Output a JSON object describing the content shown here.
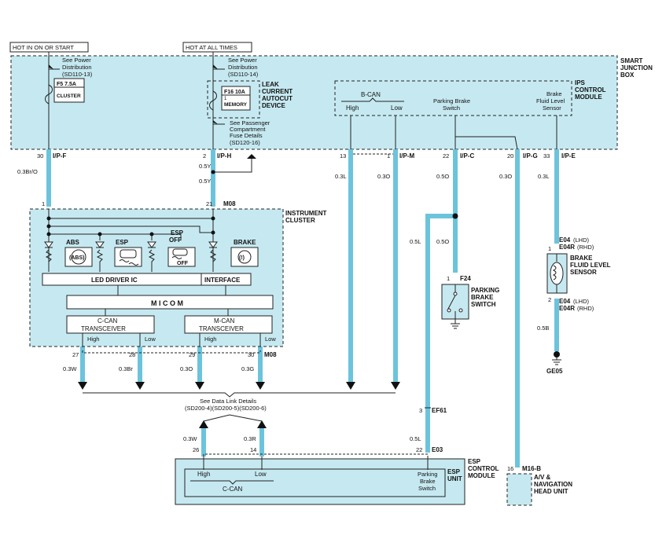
{
  "supply": {
    "hot_run": "HOT IN ON OR START",
    "hot_always": "HOT AT ALL TIMES"
  },
  "smart_junction_box": {
    "title_lines": [
      "SMART",
      "JUNCTION",
      "BOX"
    ],
    "power_ref_1": [
      "See Power",
      "Distribution",
      "(SD110-13)"
    ],
    "power_ref_2": [
      "See Power",
      "Distribution",
      "(SD110-14)"
    ],
    "fuse_1": {
      "name": "F5 7.5A",
      "label": "CLUSTER"
    },
    "fuse_2": {
      "name": "F16 10A",
      "index": "1",
      "label": "MEMORY"
    },
    "leak_lines": [
      "LEAK",
      "CURRENT",
      "AUTOCUT",
      "DEVICE"
    ],
    "passenger_ref": [
      "See Passenger",
      "Compartment",
      "Fuse Details",
      "(SD120-16)"
    ],
    "ips": {
      "title_lines": [
        "IPS",
        "CONTROL",
        "MODULE"
      ],
      "bcan": "B-CAN",
      "high": "High",
      "low": "Low",
      "parking_lines": [
        "Parking Brake",
        "Switch"
      ],
      "fluid_lines": [
        "Brake",
        "Fluid Level",
        "Sensor"
      ]
    },
    "pins": [
      {
        "pin": "30",
        "conn": "I/P-F"
      },
      {
        "pin": "2",
        "conn": "I/P-H"
      },
      {
        "pin": "13",
        "conn": ""
      },
      {
        "pin": "1",
        "conn": "I/P-M"
      },
      {
        "pin": "22",
        "conn": "I/P-C"
      },
      {
        "pin": "20",
        "conn": "I/P-G"
      },
      {
        "pin": "33",
        "conn": "I/P-E"
      }
    ]
  },
  "wires": {
    "w1": "0.3Br/O",
    "w2a": "0.5Y",
    "w2b": "0.5Y",
    "w3": "0.3L",
    "w4": "0.3O",
    "w5": "0.5O",
    "w5b": "0.5O",
    "w5c": "0.5L",
    "w6": "0.3O",
    "w7": "0.3L",
    "w8": "0.5B",
    "w9": "0.5L"
  },
  "cluster": {
    "title_lines": [
      "INSTRUMENT",
      "CLUSTER"
    ],
    "pin_1": "1",
    "pin_21": "21",
    "conn": "M08",
    "abs_label": "ABS",
    "abs_icon_text": "(ABS)",
    "esp_label": "ESP",
    "esp_off_lines": [
      "ESP",
      "OFF"
    ],
    "esp_off_icon_text": "OFF",
    "brake_label": "BRAKE",
    "brake_icon_text": "(!)",
    "led_driver": "LED DRIVER IC",
    "interface": "INTERFACE",
    "micom": "M I C O M",
    "ccan_lines": [
      "C-CAN",
      "TRANSCEIVER"
    ],
    "mcan_lines": [
      "M-CAN",
      "TRANSCEIVER"
    ],
    "bottom_pins": [
      {
        "pin": "27",
        "sig": "High",
        "wire": "0.3W"
      },
      {
        "pin": "28",
        "sig": "Low",
        "wire": "0.3Br"
      },
      {
        "pin": "29",
        "sig": "High",
        "wire": "0.3O"
      },
      {
        "pin": "30",
        "sig": "Low",
        "wire": "0.3G"
      }
    ],
    "bottom_conn": "M08"
  },
  "parking_brake_switch": {
    "pin": "1",
    "conn": "F24",
    "title_lines": [
      "PARKING",
      "BRAKE",
      "SWITCH"
    ]
  },
  "fluid_sensor": {
    "conn_top_lhd": "E04",
    "conn_top_lhd_suffix": "(LHD)",
    "conn_top_rhd": "E04R",
    "conn_top_rhd_suffix": "(RHD)",
    "pin_top": "1",
    "pin_bottom": "2",
    "title_lines": [
      "BRAKE",
      "FLUID LEVEL",
      "SENSOR"
    ],
    "ground": "GE05"
  },
  "data_link": {
    "ref_lines": [
      "See Data Link Details",
      "(SD200-4)(SD200-5)(SD200-6)"
    ],
    "wire_l": "0.3W",
    "wire_r": "0.3R"
  },
  "ef61": {
    "pin": "3",
    "conn": "EF61"
  },
  "esp_unit": {
    "title_lines": [
      "ESP",
      "CONTROL",
      "MODULE"
    ],
    "side_lines": [
      "ESP",
      "UNIT"
    ],
    "pins": [
      {
        "pin": "26"
      },
      {
        "pin": "14"
      },
      {
        "pin": "22"
      }
    ],
    "conn": "E03",
    "high": "High",
    "low": "Low",
    "ccan": "C-CAN",
    "parking_lines": [
      "Parking",
      "Brake",
      "Switch"
    ]
  },
  "av_unit": {
    "pin": "16",
    "conn": "M16-B",
    "title_lines": [
      "A/V &",
      "NAVIGATION",
      "HEAD UNIT"
    ]
  }
}
